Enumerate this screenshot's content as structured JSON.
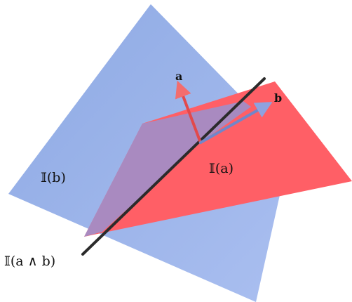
{
  "diagram": {
    "labels": {
      "a": "a",
      "b": "b",
      "plane_a": "𝕀(a)",
      "plane_b": "𝕀(b)",
      "line_ab": "𝕀(a ∧ b)"
    },
    "colors": {
      "plane_b": "#8fa9e3",
      "plane_a": "#ff5a62",
      "line": "#2b2b2b",
      "vector_a": "#e2494c",
      "vector_b": "#7186c9"
    }
  }
}
